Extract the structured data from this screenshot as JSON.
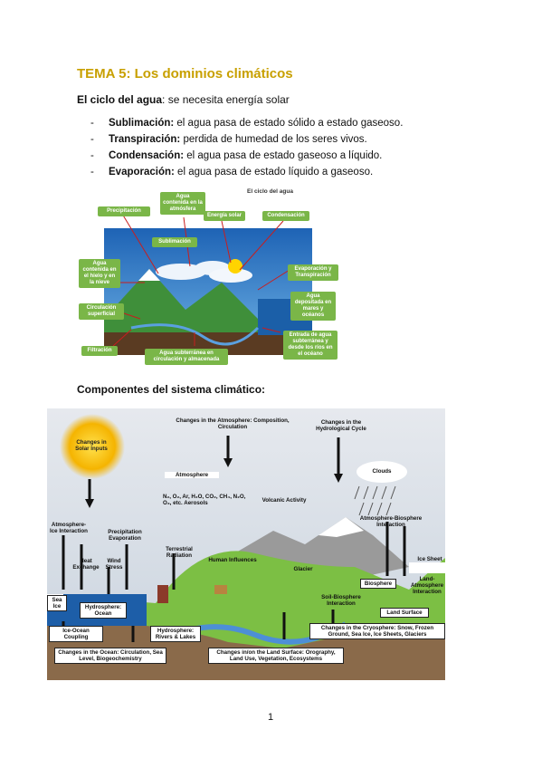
{
  "doc": {
    "title": "TEMA 5: Los dominios climáticos",
    "section1": {
      "bold": "El ciclo del agua",
      "rest": ": se necesita energía solar"
    },
    "items": [
      {
        "term": "Sublimación:",
        "text": " el agua pasa de estado sólido a estado gaseoso."
      },
      {
        "term": "Transpiración:",
        "text": " perdida de humedad de los seres vivos."
      },
      {
        "term": "Condensación:",
        "text": " el agua pasa de estado gaseoso a líquido."
      },
      {
        "term": "Evaporación:",
        "text": " el agua pasa de estado líquido a gaseoso."
      }
    ],
    "section2": "Componentes del sistema climático:",
    "page_number": "1"
  },
  "diagram1": {
    "title": "El ciclo del agua",
    "labels": {
      "precipitacion": "Precipitación",
      "agua_atmosfera": "Agua contenida en la atmósfera",
      "energia_solar": "Energía solar",
      "condensacion": "Condensación",
      "sublimacion": "Sublimación",
      "agua_hielo": "Agua contenida en el hielo y en la nieve",
      "evaporacion": "Evaporación y Transpiración",
      "agua_depositada": "Agua depositada en mares y océanos",
      "circulacion": "Circulación superficial",
      "entrada": "Entrada de agua subterránea y desde los ríos en el océano",
      "filtracion": "Filtración",
      "subterranea": "Agua subterránea en circulación y almacenada"
    }
  },
  "diagram2": {
    "labels": {
      "solar": "Changes in Solar Inputs",
      "atmosphere_changes": "Changes in the Atmosphere: Composition, Circulation",
      "hydro_cycle": "Changes in the Hydrological Cycle",
      "atmosphere": "Atmosphere",
      "clouds": "Clouds",
      "gases": "N₂, O₂, Ar, H₂O, CO₂, CH₄, N₂O, O₃, etc. Aerosols",
      "volcanic": "Volcanic Activity",
      "atm_ice": "Atmosphere-Ice Interaction",
      "precip_evap": "Precipitation Evaporation",
      "heat_exchange": "Heat Exchange",
      "wind_stress": "Wind Stress",
      "terrestrial": "Terrestrial Radiation",
      "atm_bio": "Atmosphere-Biosphere Interaction",
      "human": "Human Influences",
      "glacier": "Glacier",
      "ice_sheet": "Ice Sheet",
      "biosphere": "Biosphere",
      "land_atm": "Land-Atmosphere Interaction",
      "sea_ice": "Sea Ice",
      "hydro_ocean": "Hydrosphere: Ocean",
      "soil_bio": "Soil-Biosphere Interaction",
      "land_surface": "Land Surface",
      "ice_ocean": "Ice-Ocean Coupling",
      "hydro_rivers": "Hydrosphere: Rivers & Lakes",
      "cryosphere": "Changes in the Cryosphere: Snow, Frozen Ground, Sea Ice, Ice Sheets, Glaciers",
      "ocean_changes": "Changes in the Ocean: Circulation, Sea Level, Biogeochemistry",
      "land_changes": "Changes in/on the Land Surface: Orography, Land Use, Vegetation, Ecosystems"
    }
  }
}
